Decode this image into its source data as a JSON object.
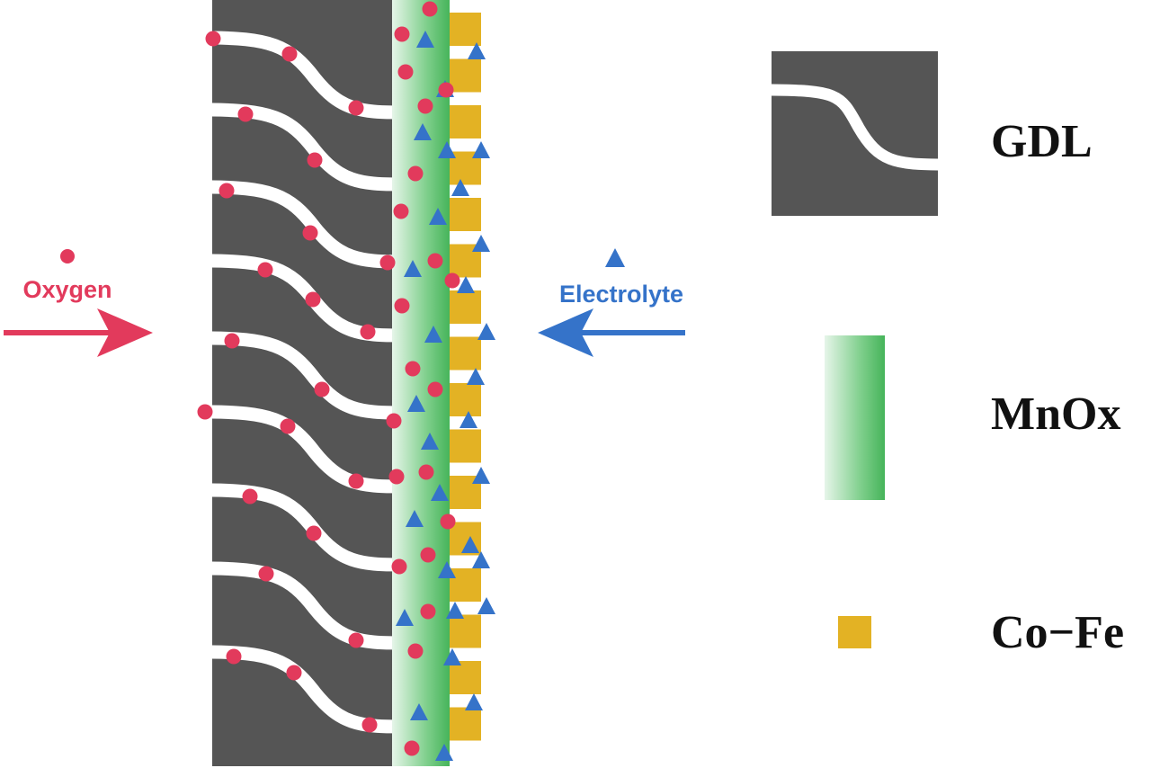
{
  "colors": {
    "gdl": "#555555",
    "channel": "#ffffff",
    "oxygen": "#e23a5c",
    "electrolyte": "#3573c9",
    "mnox_dark": "#46b45a",
    "mnox_light": "#e6f5e9",
    "cofe": "#e3b224"
  },
  "labels": {
    "oxygen": "Oxygen",
    "electrolyte": "Electrolyte"
  },
  "legend": [
    {
      "key": "gdl",
      "label": "GDL"
    },
    {
      "key": "mnox",
      "label": "MnOx"
    },
    {
      "key": "cofe",
      "label": "Co−Fe"
    }
  ]
}
